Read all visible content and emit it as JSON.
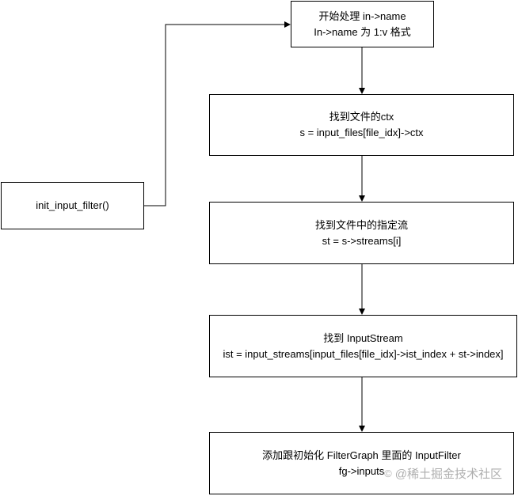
{
  "diagram": {
    "entry": {
      "label": "init_input_filter()"
    },
    "steps": [
      {
        "line1": "开始处理 in->name",
        "line2": "In->name 为 1:v 格式"
      },
      {
        "line1": "找到文件的ctx",
        "line2": "s = input_files[file_idx]->ctx"
      },
      {
        "line1": "找到文件中的指定流",
        "line2": "st = s->streams[i]"
      },
      {
        "line1": "找到 InputStream",
        "line2": "ist = input_streams[input_files[file_idx]->ist_index + st->index]"
      },
      {
        "line1": "添加跟初始化 FilterGraph 里面的 InputFilter",
        "line2": "fg->inputs"
      }
    ]
  },
  "watermark": {
    "icon": "copyright-icon",
    "text": "@稀土掘金技术社区"
  },
  "colors": {
    "stroke": "#000000",
    "background": "#ffffff",
    "watermark": "#a0a0a0"
  }
}
